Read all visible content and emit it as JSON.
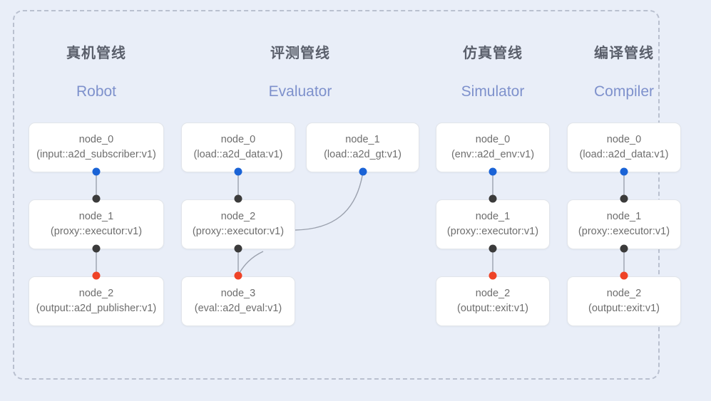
{
  "panel": {
    "label": "pipeline-overview"
  },
  "columns": [
    {
      "key": "robot",
      "title_cn": "真机管线",
      "title_en": "Robot",
      "nodes": [
        {
          "id": "node_0",
          "type": "(input::a2d_subscriber:v1)"
        },
        {
          "id": "node_1",
          "type": "(proxy::executor:v1)"
        },
        {
          "id": "node_2",
          "type": "(output::a2d_publisher:v1)"
        }
      ]
    },
    {
      "key": "evaluator",
      "title_cn": "评测管线",
      "title_en": "Evaluator",
      "nodes": [
        {
          "id": "node_0",
          "type": "(load::a2d_data:v1)"
        },
        {
          "id": "node_1",
          "type": "(load::a2d_gt:v1)"
        },
        {
          "id": "node_2",
          "type": "(proxy::executor:v1)"
        },
        {
          "id": "node_3",
          "type": "(eval::a2d_eval:v1)"
        }
      ]
    },
    {
      "key": "simulator",
      "title_cn": "仿真管线",
      "title_en": "Simulator",
      "nodes": [
        {
          "id": "node_0",
          "type": "(env::a2d_env:v1)"
        },
        {
          "id": "node_1",
          "type": "(proxy::executor:v1)"
        },
        {
          "id": "node_2",
          "type": "(output::exit:v1)"
        }
      ]
    },
    {
      "key": "compiler",
      "title_cn": "编译管线",
      "title_en": "Compiler",
      "nodes": [
        {
          "id": "node_0",
          "type": "(load::a2d_data:v1)"
        },
        {
          "id": "node_1",
          "type": "(proxy::executor:v1)"
        },
        {
          "id": "node_2",
          "type": "(output::exit:v1)"
        }
      ]
    }
  ],
  "colors": {
    "background": "#e9eef8",
    "panel_border": "#b9c0cf",
    "node_border": "#e2e5ea",
    "node_fill": "#ffffff",
    "text_cn": "#5a5f6b",
    "text_en": "#7e91cc",
    "text_node": "#6e6e6e",
    "port_output": "#1a63d6",
    "port_link": "#3b3b3b",
    "port_input": "#ef4327",
    "edge": "#9aa0ad"
  }
}
